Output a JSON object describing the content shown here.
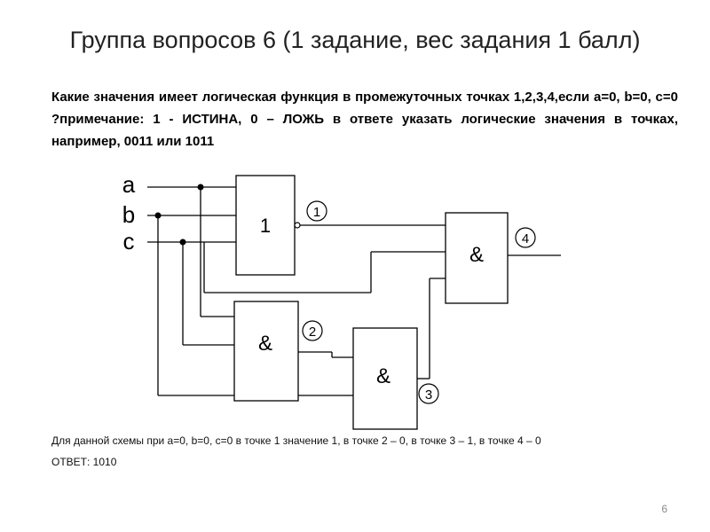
{
  "slide": {
    "title": "Группа вопросов 6 (1 задание, вес  задания 1 балл)",
    "question": "Какие значения имеет логическая функция в промежуточных точках 1,2,3,4,если a=0, b=0, c=0 ?примечание: 1 - ИСТИНА, 0 – ЛОЖЬ в ответе указать логические значения в точках, например, 0011 или 1011",
    "note": "Для данной схемы при a=0, b=0, c=0 в точке 1 значение 1, в точке 2 – 0, в точке 3 – 1, в точке 4 – 0",
    "answer": "ОТВЕТ: 1010",
    "page_number": "6"
  },
  "circuit": {
    "inputs": {
      "a": "a",
      "b": "b",
      "c": "c"
    },
    "gates": {
      "or": "1",
      "and_top": "&",
      "and_mid": "&",
      "and_out": "&"
    },
    "points": {
      "p1": "1",
      "p2": "2",
      "p3": "3",
      "p4": "4"
    }
  }
}
